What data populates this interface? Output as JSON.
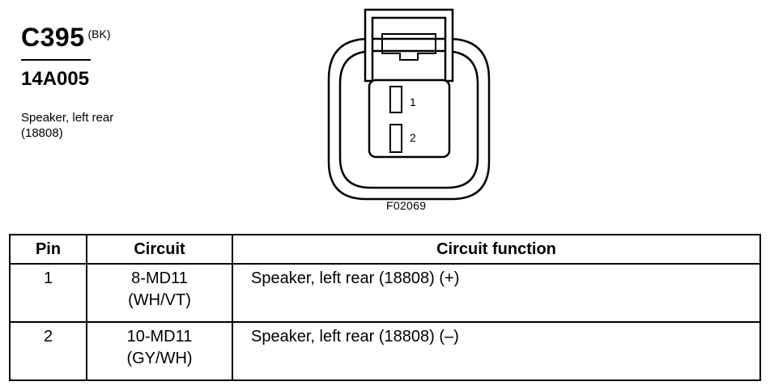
{
  "connector": {
    "id": "C395",
    "color": "(BK)",
    "part_number": "14A005",
    "description_line1": "Speaker, left rear",
    "description_line2": "(18808)",
    "figure_id": "F02069",
    "terminal_labels": [
      "1",
      "2"
    ]
  },
  "table": {
    "headers": [
      "Pin",
      "Circuit",
      "Circuit function"
    ],
    "rows": [
      {
        "pin": "1",
        "circuit": "8-MD11",
        "wire_color": "(WH/VT)",
        "function": "Speaker, left rear (18808) (+)"
      },
      {
        "pin": "2",
        "circuit": "10-MD11",
        "wire_color": "(GY/WH)",
        "function": "Speaker, left rear (18808) (–)"
      }
    ]
  }
}
